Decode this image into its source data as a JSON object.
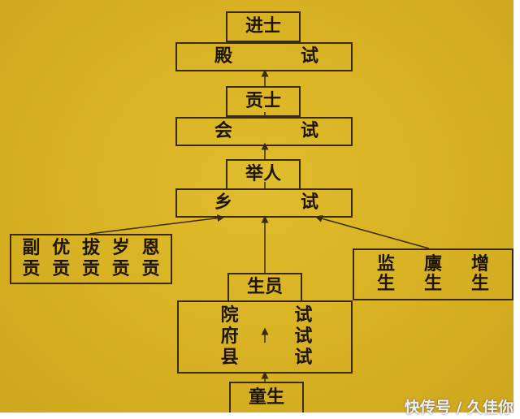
{
  "nodes": {
    "jinshi": "进士",
    "dianshi": [
      "殿",
      "试"
    ],
    "gongshi": "贡士",
    "huishi": [
      "会",
      "试"
    ],
    "juren": "举人",
    "xiangshi": [
      "乡",
      "试"
    ],
    "left_group": [
      "副",
      "优",
      "拔",
      "岁",
      "恩",
      "贡",
      "贡",
      "贡",
      "贡",
      "贡"
    ],
    "right_group": [
      "监",
      "廪",
      "增",
      "生",
      "生",
      "生"
    ],
    "shengyuan": "生员",
    "lower_exams": [
      "院",
      "试",
      "府",
      "试",
      "县",
      "试"
    ],
    "tongsheng": "童生"
  },
  "watermark": "快传号 / 久佳你"
}
